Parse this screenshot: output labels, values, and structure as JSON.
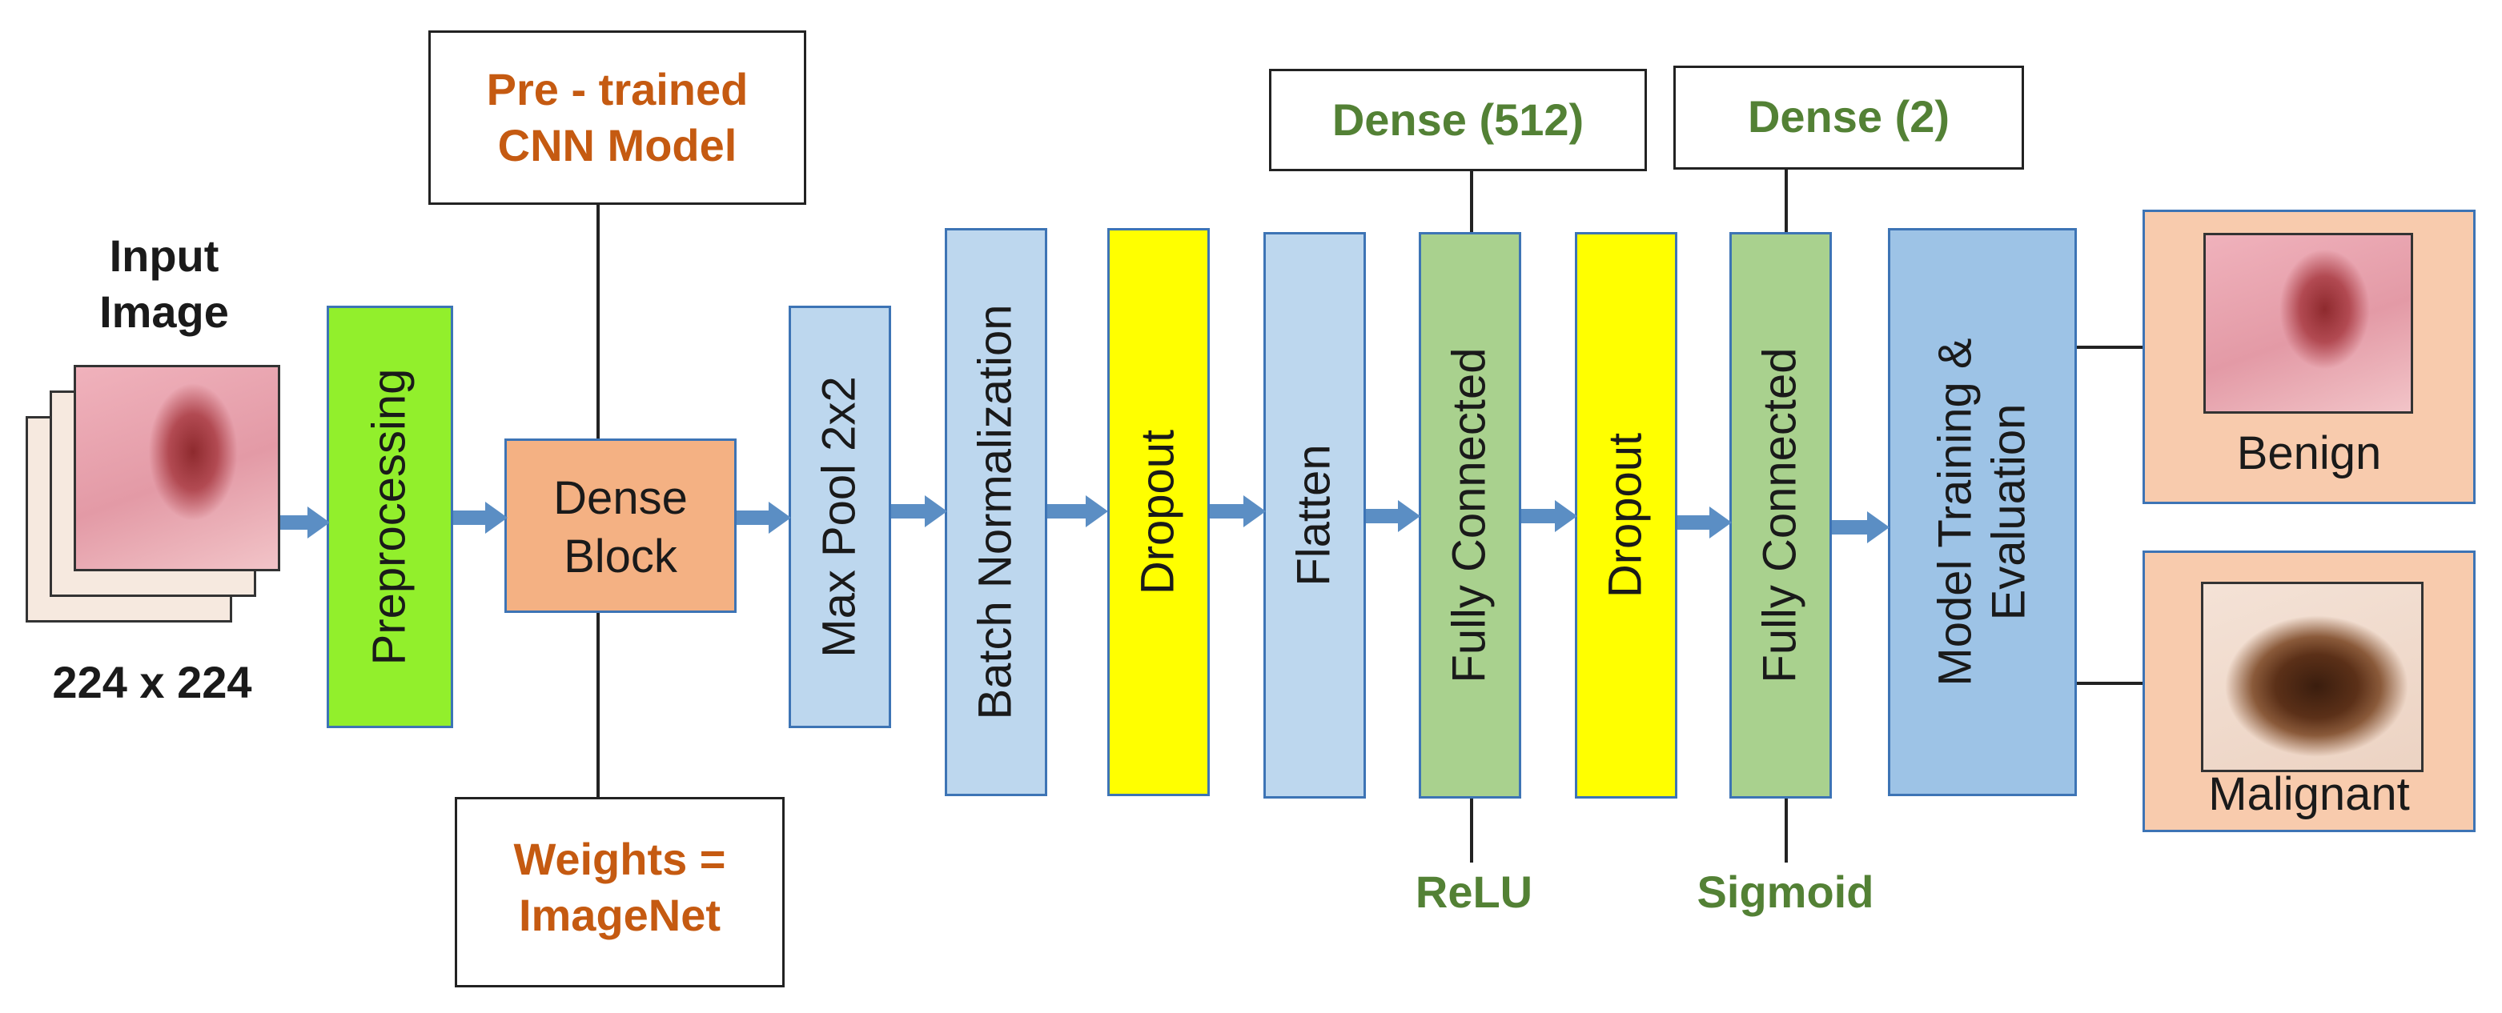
{
  "input": {
    "title_line1": "Input",
    "title_line2": "Image",
    "size": "224 x 224"
  },
  "pretrained": {
    "line1": "Pre - trained",
    "line2": "CNN Model"
  },
  "weights": {
    "line1": "Weights =",
    "line2": "ImageNet"
  },
  "dense_block": {
    "line1": "Dense",
    "line2": "Block"
  },
  "layers": {
    "preprocessing": "Preprocessing",
    "maxpool": "Max Pool 2x2",
    "batchnorm": "Batch Normalization",
    "dropout1": "Dropout",
    "flatten": "Flatten",
    "fc1": "Fully Connected",
    "dropout2": "Dropout",
    "fc2": "Fully Connected",
    "training_line1": "Model Training &",
    "training_line2": "Evaluation"
  },
  "dense512": "Dense (512)",
  "dense2": "Dense (2)",
  "relu": "ReLU",
  "sigmoid": "Sigmoid",
  "outputs": {
    "benign": "Benign",
    "malignant": "Malignant"
  },
  "colors": {
    "preprocessing": "#92ef2c",
    "dense_block": "#f4b183",
    "light_blue": "#bdd7ee",
    "dropout": "#ffff00",
    "fully_connected": "#a9d18e",
    "training": "#9dc3e6",
    "output_box": "#f8cbad",
    "orange_text": "#c55a11",
    "green_text": "#538135",
    "arrow": "#5b8ec4"
  }
}
